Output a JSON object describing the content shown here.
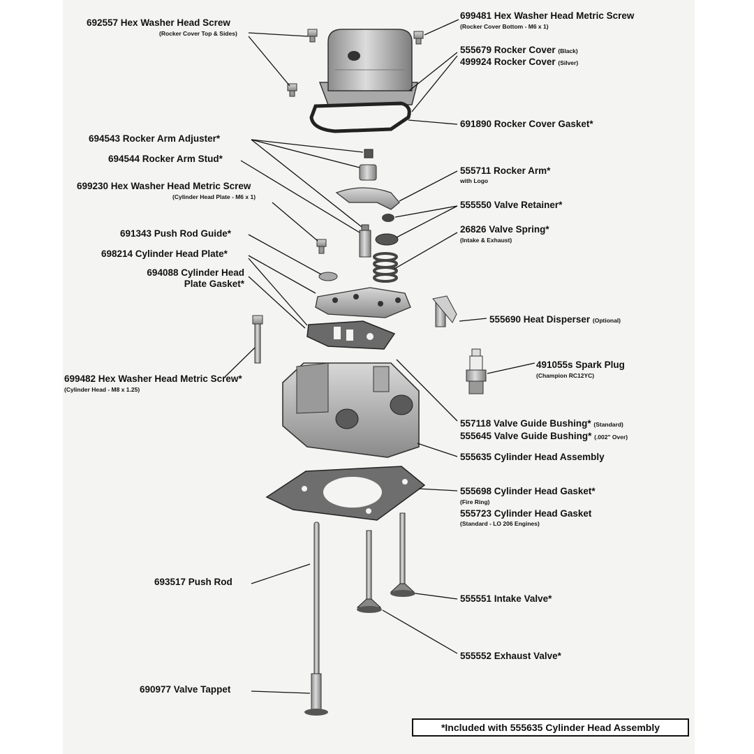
{
  "labels": {
    "l692557": {
      "name": "692557 Hex Washer Head Screw",
      "note": "(Rocker Cover Top & Sides)"
    },
    "l699481": {
      "name": "699481 Hex Washer Head Metric Screw",
      "note": "(Rocker Cover Bottom - M6 x 1)"
    },
    "l555679": {
      "name": "555679 Rocker Cover",
      "note": "(Black)"
    },
    "l499924": {
      "name": "499924 Rocker Cover",
      "note": "(Silver)"
    },
    "l691890": {
      "name": "691890 Rocker Cover Gasket*"
    },
    "l694543": {
      "name": "694543 Rocker Arm Adjuster*"
    },
    "l694544": {
      "name": "694544 Rocker Arm Stud*"
    },
    "l555711": {
      "name": "555711 Rocker Arm*",
      "note": "with Logo"
    },
    "l699230": {
      "name": "699230 Hex Washer Head Metric Screw",
      "note": "(Cylinder Head Plate - M6 x 1)"
    },
    "l555550": {
      "name": "555550 Valve Retainer*"
    },
    "l691343": {
      "name": "691343 Push Rod Guide*"
    },
    "l26826": {
      "name": "26826 Valve Spring*",
      "note": "(Intake & Exhaust)"
    },
    "l698214": {
      "name": "698214 Cylinder Head Plate*"
    },
    "l694088": {
      "line1": "694088 Cylinder Head",
      "line2": "Plate Gasket*"
    },
    "l555690": {
      "name": "555690 Heat Disperser",
      "note": "(Optional)"
    },
    "l699482": {
      "name": "699482 Hex Washer Head Metric Screw*",
      "note": "(Cylinder Head - M8 x 1.25)"
    },
    "l491055": {
      "name": "491055s Spark Plug",
      "note": "(Champion RC12YC)"
    },
    "l557118": {
      "name": "557118 Valve Guide Bushing*",
      "note": "(Standard)"
    },
    "l555645": {
      "name": "555645 Valve Guide Bushing*",
      "note": "(.002\" Over)"
    },
    "l555635": {
      "name": "555635 Cylinder Head Assembly"
    },
    "l555698": {
      "name": "555698 Cylinder Head Gasket*",
      "note": "(Fire Ring)"
    },
    "l555723": {
      "name": "555723 Cylinder Head Gasket",
      "note": "(Standard - LO 206 Engines)"
    },
    "l693517": {
      "name": "693517 Push Rod"
    },
    "l555551": {
      "name": "555551 Intake Valve*"
    },
    "l555552": {
      "name": "555552 Exhaust Valve*"
    },
    "l690977": {
      "name": "690977 Valve Tappet"
    }
  },
  "footnote": "*Included with 555635 Cylinder Head Assembly",
  "colors": {
    "ink": "#111111",
    "metal": "#b9b9b9",
    "metal_dark": "#7a7a7a",
    "sheet": "#f4f4f2"
  }
}
